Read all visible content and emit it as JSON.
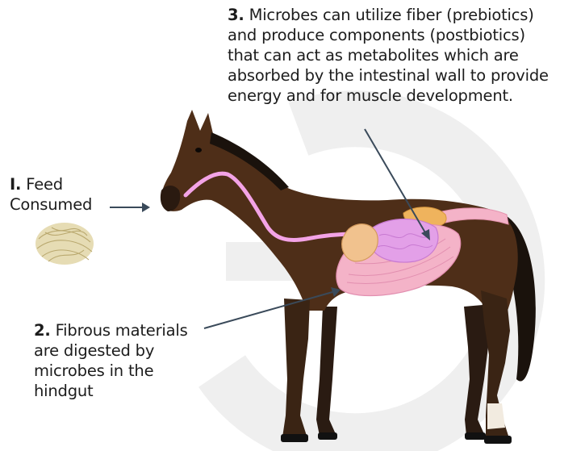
{
  "labels": {
    "feed": {
      "number": "I.",
      "lines": [
        "Feed",
        "Consumed"
      ]
    },
    "hindgut": {
      "number": "2.",
      "lines": [
        "Fibrous materials",
        "are digested by",
        "microbes in the",
        "hindgut"
      ]
    },
    "microbes": {
      "number": "3.",
      "lines": [
        "Microbes can utilize fiber (prebiotics)",
        "and produce components (postbiotics)",
        "that can act as metabolites which are",
        "absorbed by the intestinal wall to provide",
        "energy and for muscle development."
      ]
    }
  },
  "colors": {
    "background_mark": "#efefef",
    "horse_coat": "#4e2e18",
    "horse_dark": "#1c120c",
    "esophagus": "#f3a3e6",
    "stomach": "#f1c28e",
    "small_intestine": "#e3a0e8",
    "colon": "#f4b3c8",
    "cecum_fat": "#efb35d",
    "arrow": "#3a4a5a",
    "hay": "#cdbf8a"
  }
}
